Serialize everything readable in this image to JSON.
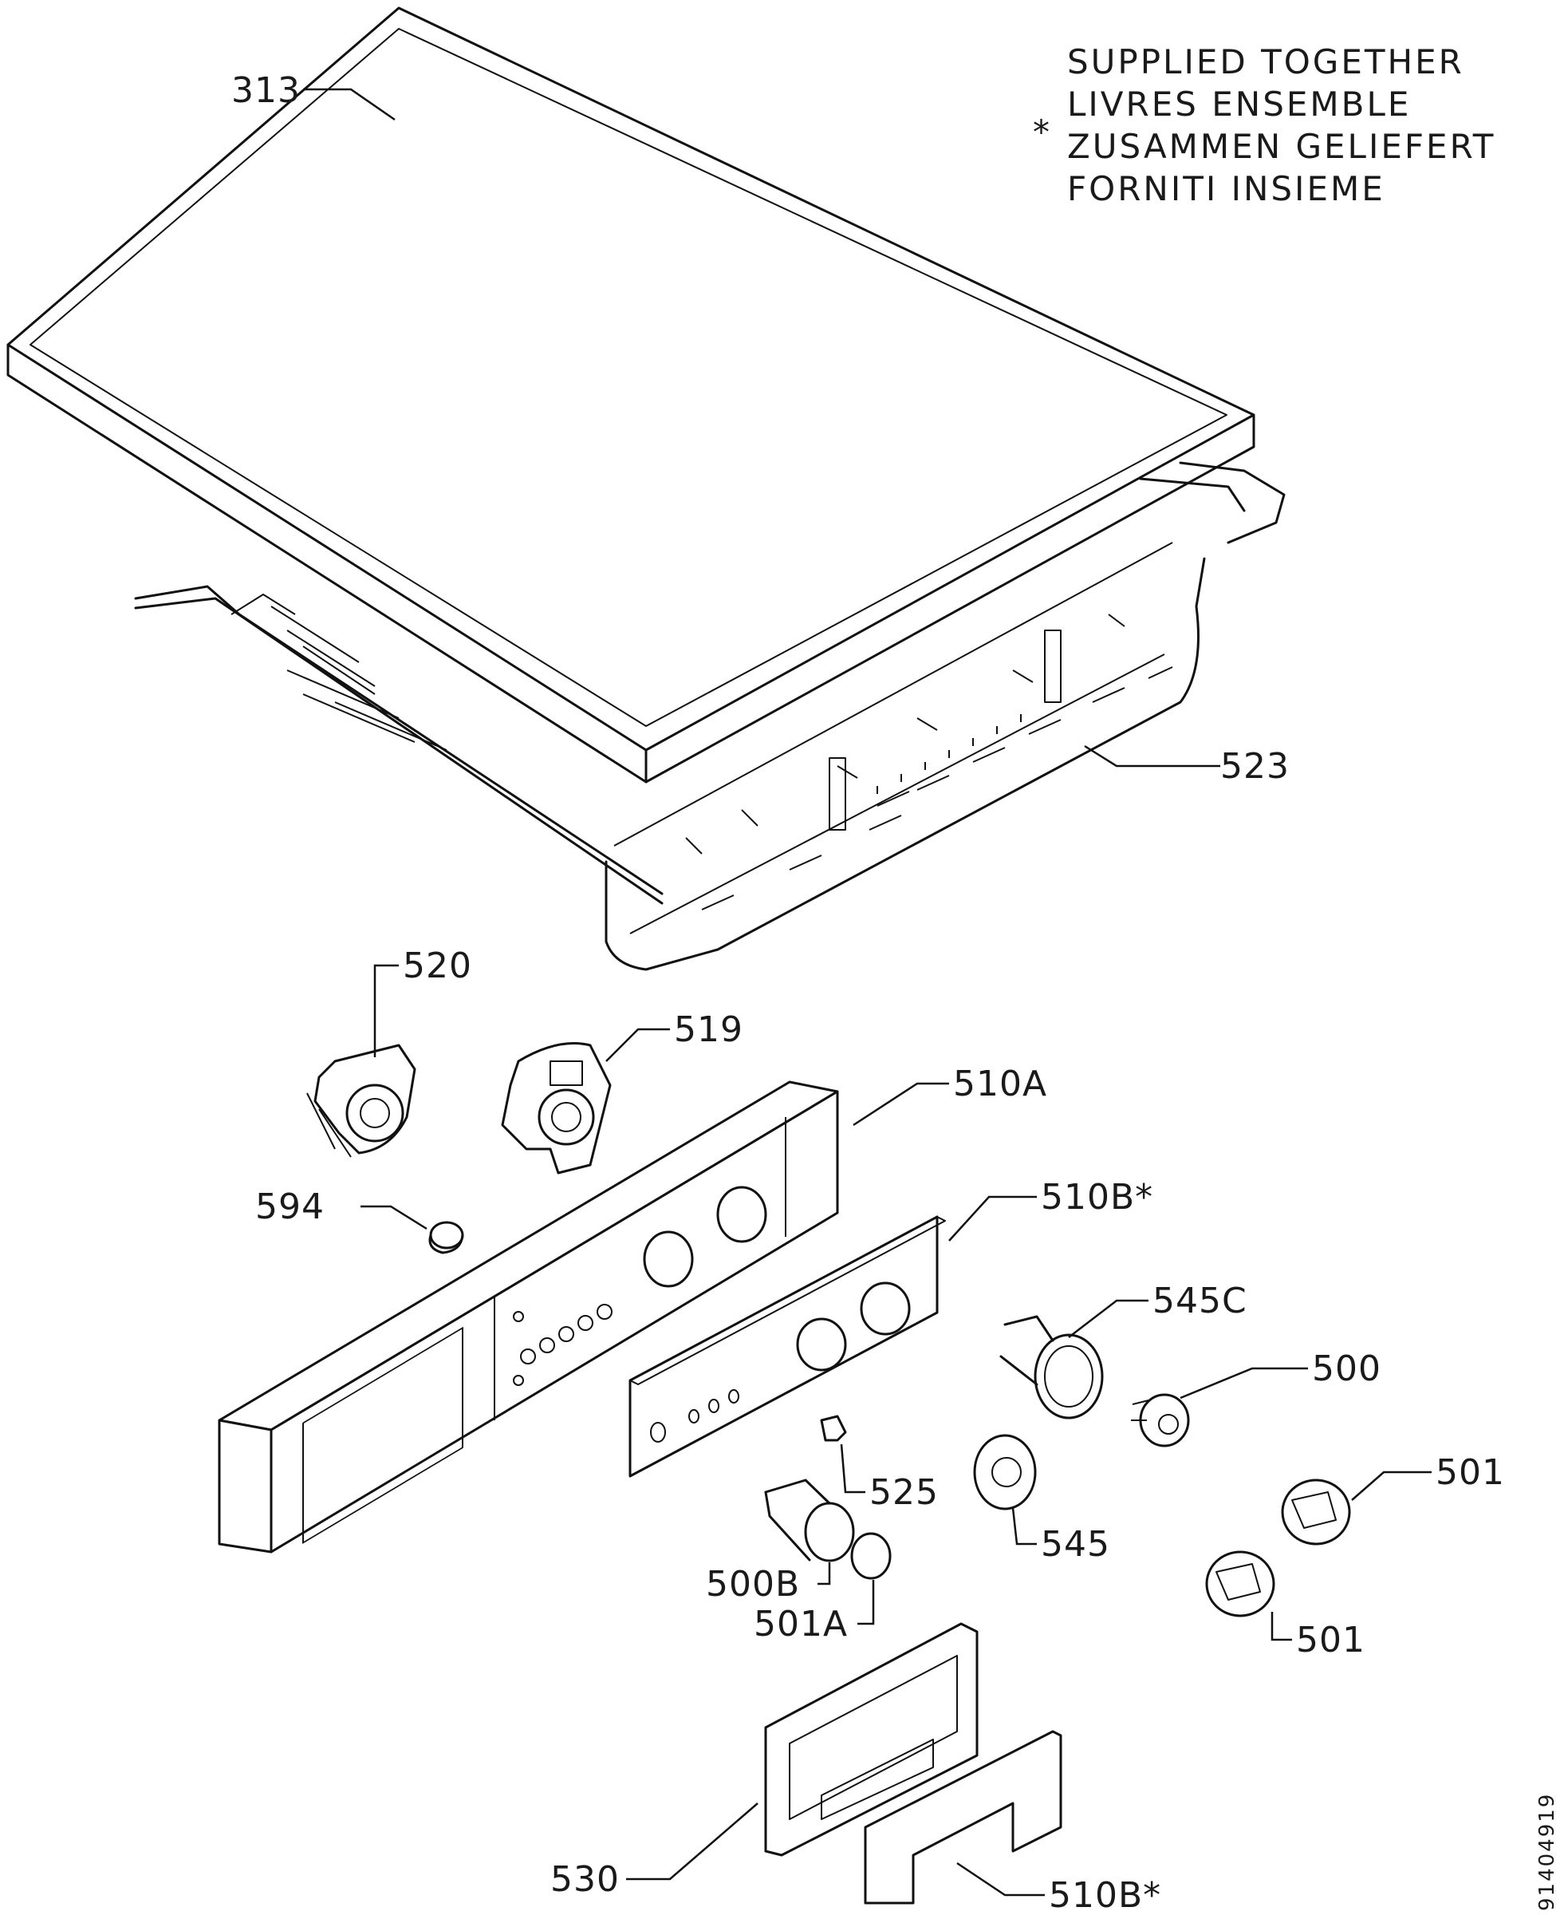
{
  "note": {
    "symbol": "*",
    "lines": [
      "SUPPLIED TOGETHER",
      "LIVRES ENSEMBLE",
      "ZUSAMMEN GELIEFERT",
      "FORNITI INSIEME"
    ]
  },
  "labels": {
    "p313": "313",
    "p523": "523",
    "p520": "520",
    "p519": "519",
    "p510A": "510A",
    "p594": "594",
    "p510B_top": "510B*",
    "p545C": "545C",
    "p500": "500",
    "p525": "525",
    "p545": "545",
    "p501_right": "501",
    "p500B": "500B",
    "p501A": "501A",
    "p501_left": "501",
    "p530": "530",
    "p510B_bottom": "510B*"
  },
  "drawing_number": "91404919"
}
